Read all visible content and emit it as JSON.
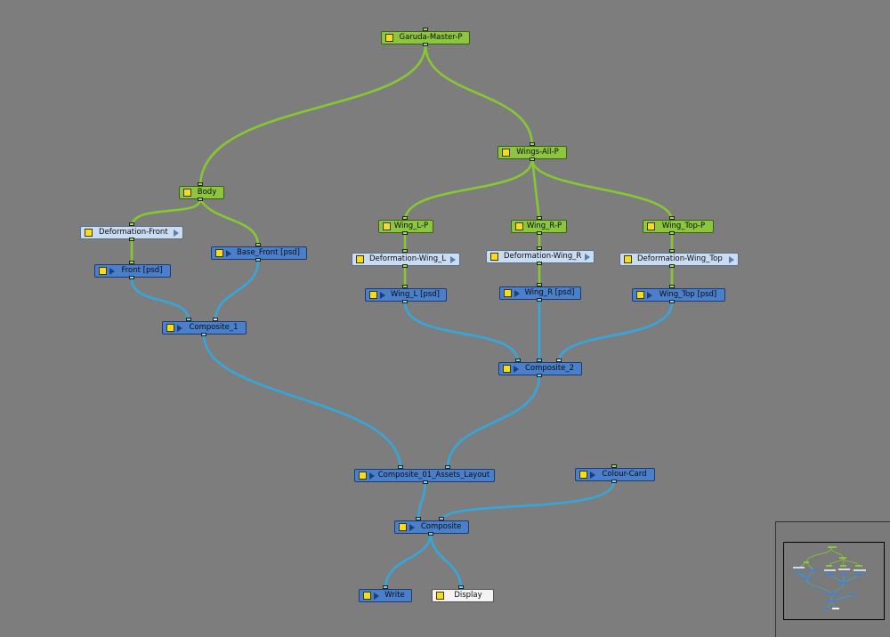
{
  "nodes": {
    "garuda_master": "Garuda-Master-P",
    "wings_all": "Wings-All-P",
    "body": "Body",
    "wing_l_p": "Wing_L-P",
    "wing_r_p": "Wing_R-P",
    "wing_top_p": "Wing_Top-P",
    "deform_front": "Deformation-Front",
    "base_front": "Base_Front [psd]",
    "deform_wing_l": "Deformation-Wing_L",
    "deform_wing_r": "Deformation-Wing_R",
    "deform_wing_top": "Deformation-Wing_Top",
    "front": "Front [psd]",
    "wing_l": "Wing_L [psd]",
    "wing_r": "Wing_R [psd]",
    "wing_top": "Wing_Top [psd]",
    "composite_1": "Composite_1",
    "composite_2": "Composite_2",
    "composite_layout": "Composite_01_Assets_Layout",
    "colour_card": "Colour-Card",
    "composite": "Composite",
    "write": "Write",
    "display": "Display"
  },
  "colors": {
    "peg_wire": "#86c832",
    "image_wire": "#34a7dc",
    "peg_node": "#8cc63f",
    "deform_node": "#c9dcf2",
    "composite_node": "#4a7fcb",
    "display_node": "#f3f3f3",
    "enable_toggle": "#f5dd1b",
    "background": "#7d7d7d"
  },
  "icons": {
    "enable": "enable-toggle-icon",
    "expand": "expand-arrow-icon"
  }
}
